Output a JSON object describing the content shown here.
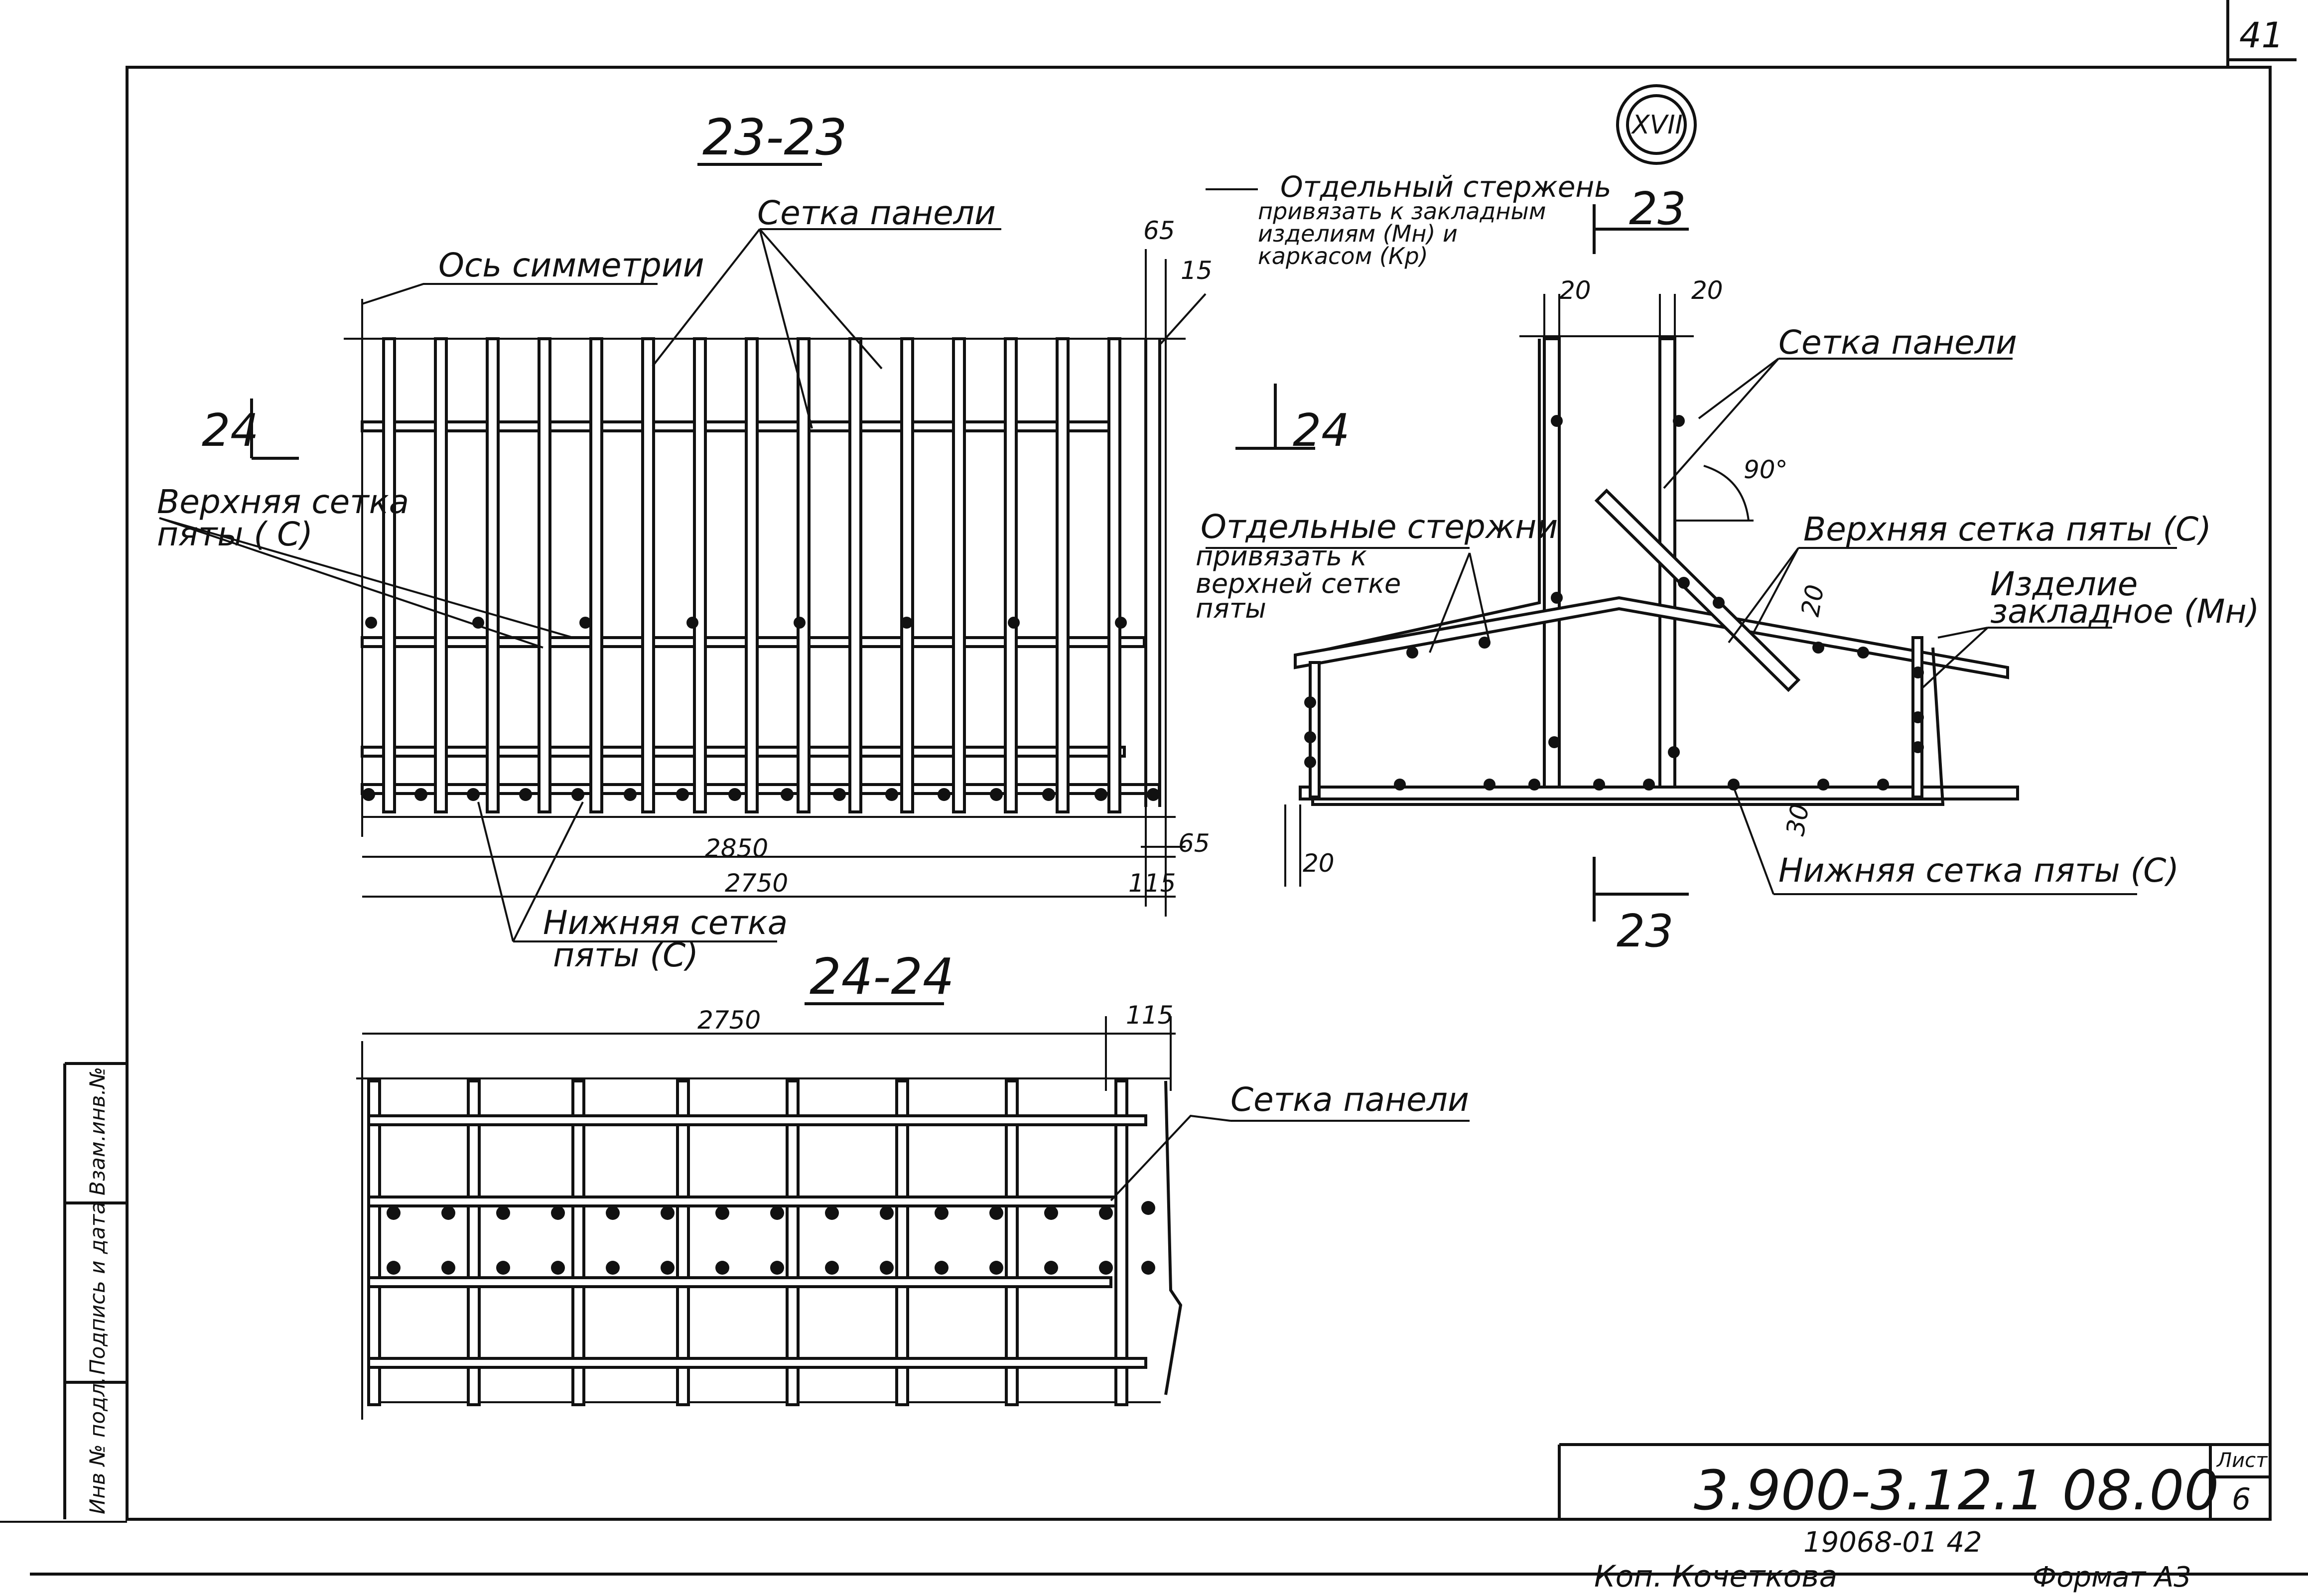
{
  "sheet": {
    "page_number": "41",
    "circle_mark": "XVII",
    "code": "3.900-3.12.1  08.00",
    "list_label": "Лист",
    "list_number": "6",
    "inventory": "19068-01   42",
    "copied": "Коп. Кочеткова",
    "format": "Формат А3"
  },
  "side_stamp": {
    "inv_label": "Инв № подл.",
    "sign_label": "Подпись и дата",
    "replace_label": "Взам.инв.№"
  },
  "section_23": {
    "title": "23-23",
    "axis_label": "Ось симметрии",
    "panel_mesh": "Сетка панели",
    "separate_bar_1": "Отдельный стержень",
    "separate_bar_2": "привязать к закладным",
    "separate_bar_3": "изделиям (Мн) и",
    "separate_bar_4": "каркасом (Кр)",
    "upper_mesh_1": "Верхняя сетка",
    "upper_mesh_2": "пяты ( С)",
    "lower_mesh_1": "Нижняя сетка",
    "lower_mesh_2": "пяты (С)",
    "cut_mark": "24",
    "dim_65_top": "65",
    "dim_15": "15",
    "dim_2850": "2850",
    "dim_2750": "2750",
    "dim_65_bottom": "65",
    "dim_115": "115"
  },
  "section_right": {
    "cut_top": "23",
    "cut_bottom": "23",
    "cut_24": "24",
    "dim_20_a": "20",
    "dim_20_b": "20",
    "dim_20_c": "20",
    "dim_20_d": "20",
    "dim_30": "30",
    "angle": "90°",
    "panel_mesh": "Сетка панели",
    "upper_mesh": "Верхняя сетка пяты (С)",
    "embedded_1": "Изделие",
    "embedded_2": "закладное (Мн)",
    "separate_1": "Отдельные стержни",
    "separate_2": "привязать к",
    "separate_3": "верхней сетке",
    "separate_4": "пяты",
    "lower_mesh": "Нижняя сетка пяты (С)"
  },
  "section_24": {
    "title": "24-24",
    "dim_2750": "2750",
    "dim_115": "115",
    "panel_mesh": "Сетка панели"
  }
}
